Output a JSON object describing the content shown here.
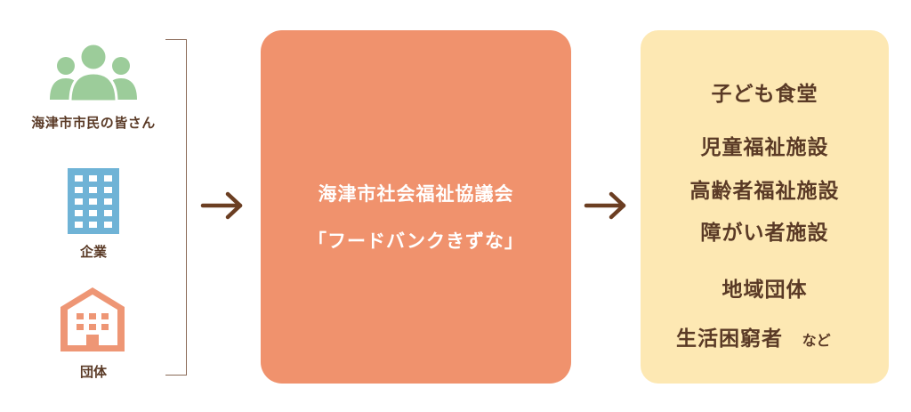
{
  "donors": [
    {
      "label": "海津市市民の皆さん",
      "icon": "people-icon",
      "color": "#9ccc9a"
    },
    {
      "label": "企業",
      "icon": "office-building-icon",
      "color": "#6fb3d6"
    },
    {
      "label": "団体",
      "icon": "house-building-icon",
      "color": "#ee9675"
    }
  ],
  "center": {
    "line1": "海津市社会福祉協議会",
    "line2": "「フードバンクきずな」",
    "color": "#f0926d"
  },
  "recipients": {
    "items": [
      "子ども食堂",
      "児童福祉施設",
      "高齢者福祉施設",
      "障がい者施設",
      "地域団体"
    ],
    "last": "生活困窮者",
    "suffix": "など",
    "color": "#fde8b3"
  },
  "arrow_color": "#6b3e22"
}
